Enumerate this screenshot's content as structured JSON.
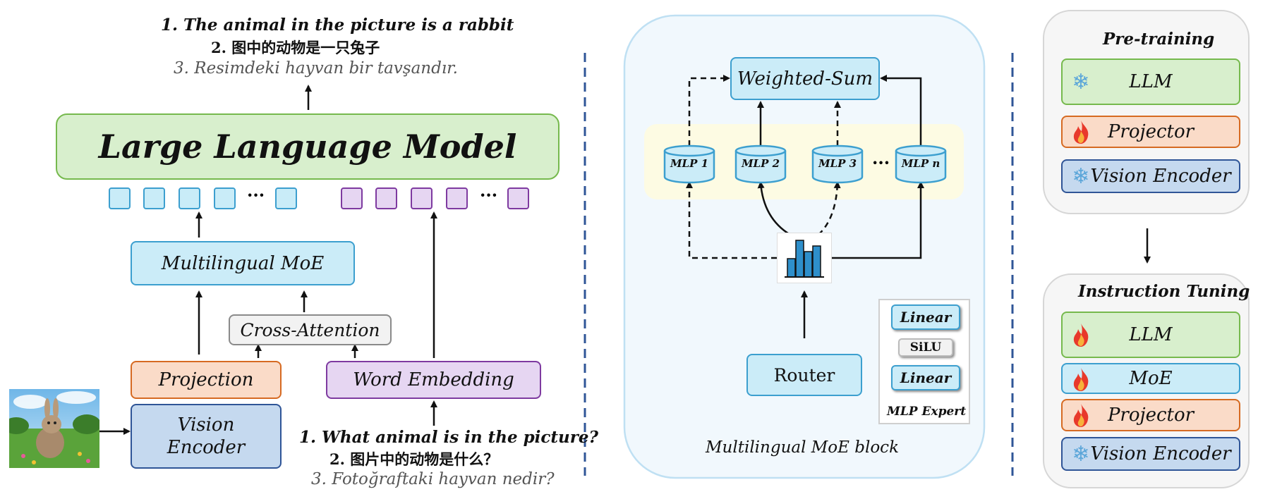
{
  "left": {
    "output_lines": [
      "1. The animal in the picture is a rabbit",
      "2. 图中的动物是一只兔子",
      "3. Resimdeki hayvan bir tavşandır."
    ],
    "llm_label": "Large Language Model",
    "moe_label": "Multilingual MoE",
    "cross_attention_label": "Cross-Attention",
    "projection_label": "Projection",
    "vision_encoder_label": "Vision Encoder",
    "word_embedding_label": "Word Embedding",
    "input_lines": [
      "1. What animal is in the picture?",
      "2. 图片中的动物是什么？",
      "3. Fotoğraftaki hayvan nedir?"
    ],
    "ellipsis": "···"
  },
  "middle": {
    "weighted_sum_label": "Weighted-Sum",
    "experts": [
      "MLP 1",
      "MLP 2",
      "MLP 3",
      "MLP n"
    ],
    "ellipsis": "···",
    "router_label": "Router",
    "mlp_expert": {
      "linear_top": "Linear",
      "activation": "SiLU",
      "linear_bottom": "Linear",
      "caption": "MLP Expert"
    },
    "caption": "Multilingual MoE block"
  },
  "right": {
    "pretraining": {
      "title": "Pre-training",
      "items": [
        {
          "label": "LLM",
          "icon": "snowflake-icon"
        },
        {
          "label": "Projector",
          "icon": "fire-icon"
        },
        {
          "label": "Vision Encoder",
          "icon": "snowflake-icon"
        }
      ]
    },
    "instruction_tuning": {
      "title": "Instruction Tuning",
      "items": [
        {
          "label": "LLM",
          "icon": "fire-icon"
        },
        {
          "label": "MoE",
          "icon": "fire-icon"
        },
        {
          "label": "Projector",
          "icon": "fire-icon"
        },
        {
          "label": "Vision Encoder",
          "icon": "snowflake-icon"
        }
      ]
    }
  },
  "colors": {
    "green": "#d8efcd",
    "light_blue": "#cbecf8",
    "orange": "#fadbc8",
    "dark_blue": "#c5d9ef",
    "purple": "#e6d6f2",
    "divider": "#2f5597"
  }
}
